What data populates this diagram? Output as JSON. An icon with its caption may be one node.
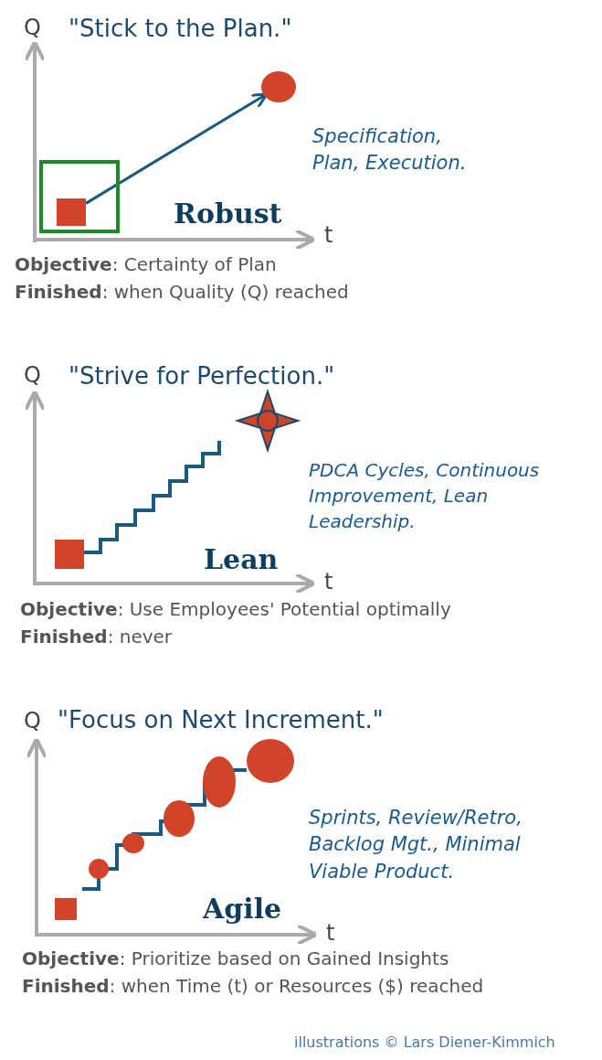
{
  "diagram": {
    "nodes": [
      {
        "text": [],
        "shape": "box"
      },
      {
        "text": [],
        "shape": "box",
        "in": 0
      },
      {
        "text": [],
        "shape": "circle"
      }
    ],
    "edges": [
      {
        "from": 1,
        "to": 2,
        "arrow": "to"
      }
    ],
    "labels": [
      "Q",
      "\"Stick to the Plan.\"",
      "Specification, Plan, Execution.",
      "Robust",
      "t",
      "**Objective**: Certainty of Plan",
      "**Finished**: when Quality (Q) reached",
      "Q",
      "\"Strive for Perfection.\"",
      "PDCA Cycles, Continuous Improvement, Lean Leadership.",
      "Lean",
      "t",
      "**Objective**: Use Employees' Potential optimally",
      "**Finished**: never",
      "Q",
      "\"Focus on Next Increment.\"",
      "Sprints, Review/Retro, Backlog Mgt., Minimal Viable Product.",
      "Agile",
      "t",
      "**Objective**: Prioritize based on Gained Insights",
      "**Finished**: when Time (t) or Resources ($) reached",
      "illustrations © Lars Diener-Kimmich"
    ]
  }
}
